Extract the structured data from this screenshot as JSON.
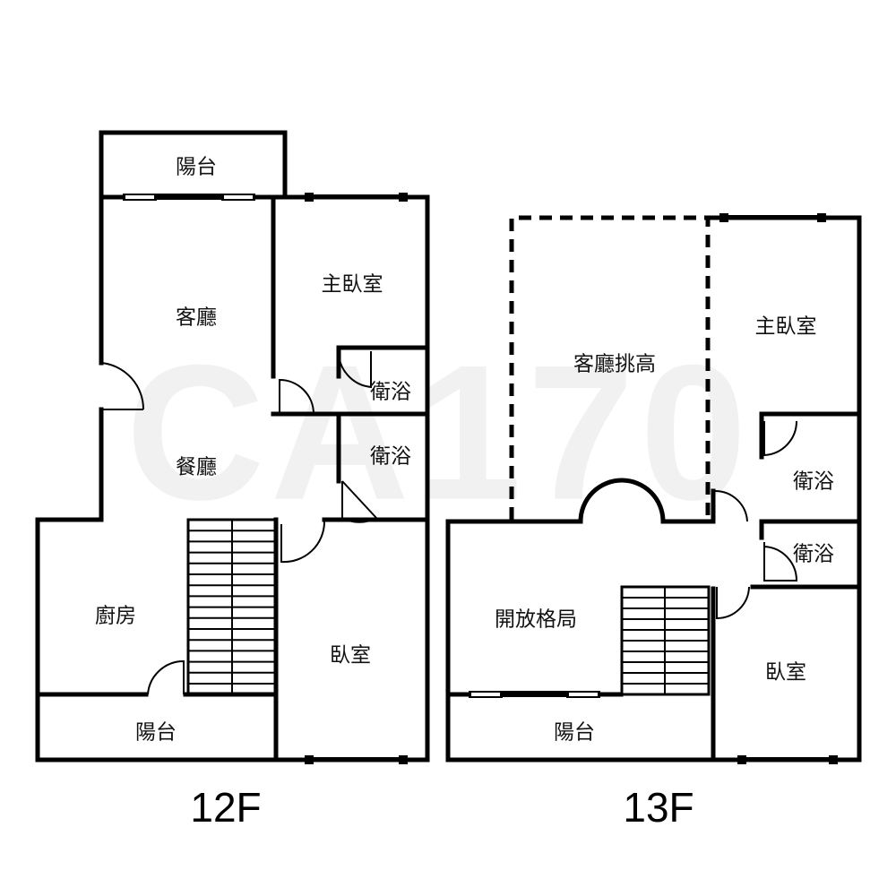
{
  "watermark": "CA170",
  "floors": [
    {
      "label": "12F",
      "rooms": {
        "balcony_top": "陽台",
        "master_bedroom": "主臥室",
        "living_room": "客廳",
        "bathroom_1": "衛浴",
        "dining_room": "餐廳",
        "bathroom_2": "衛浴",
        "kitchen": "廚房",
        "bedroom": "臥室",
        "balcony_bottom": "陽台"
      }
    },
    {
      "label": "13F",
      "rooms": {
        "living_void": "客廳挑高",
        "master_bedroom": "主臥室",
        "bathroom_1": "衛浴",
        "bathroom_2": "衛浴",
        "open_space": "開放格局",
        "bedroom": "臥室",
        "balcony": "陽台"
      }
    }
  ],
  "colors": {
    "wall": "#000000",
    "watermark": "#f1f1f1",
    "background": "#ffffff"
  }
}
